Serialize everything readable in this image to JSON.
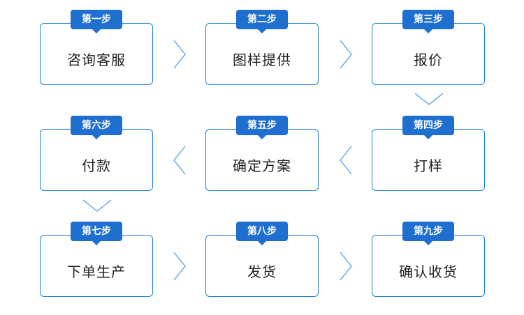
{
  "colors": {
    "accent": "#1f7fd6",
    "badge": "#1f6fd0",
    "arrow": "#6aaee8",
    "text": "#222222"
  },
  "steps": [
    {
      "badge": "第一步",
      "label": "咨询客服"
    },
    {
      "badge": "第二步",
      "label": "图样提供"
    },
    {
      "badge": "第三步",
      "label": "报价"
    },
    {
      "badge": "第四步",
      "label": "打样"
    },
    {
      "badge": "第五步",
      "label": "确定方案"
    },
    {
      "badge": "第六步",
      "label": "付款"
    },
    {
      "badge": "第七步",
      "label": "下单生产"
    },
    {
      "badge": "第八步",
      "label": "发货"
    },
    {
      "badge": "第九步",
      "label": "确认收货"
    }
  ],
  "arrows": [
    {
      "icon": "chevron-right-icon"
    },
    {
      "icon": "chevron-right-icon"
    },
    {
      "icon": "chevron-down-icon"
    },
    {
      "icon": "chevron-left-icon"
    },
    {
      "icon": "chevron-left-icon"
    },
    {
      "icon": "chevron-down-icon"
    },
    {
      "icon": "chevron-right-icon"
    },
    {
      "icon": "chevron-right-icon"
    }
  ]
}
